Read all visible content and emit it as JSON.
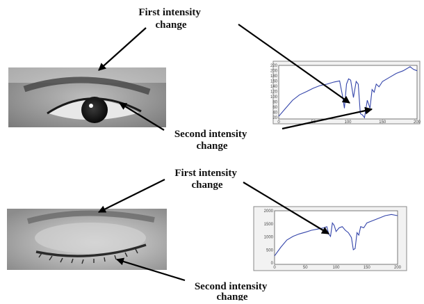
{
  "panels": [
    {
      "id": "open-eye",
      "first_label": [
        "First intensity",
        "change"
      ],
      "second_label": [
        "Second intensity",
        "change"
      ],
      "chart_data": {
        "type": "line",
        "x": [
          0,
          10,
          20,
          30,
          40,
          50,
          60,
          70,
          80,
          88,
          92,
          95,
          98,
          101,
          104,
          108,
          112,
          115,
          118,
          121,
          124,
          128,
          132,
          135,
          138,
          141,
          145,
          150,
          160,
          170,
          180,
          190,
          195,
          200
        ],
        "values": [
          30,
          60,
          90,
          110,
          122,
          135,
          145,
          150,
          158,
          162,
          110,
          60,
          150,
          170,
          165,
          100,
          160,
          150,
          40,
          35,
          25,
          90,
          60,
          130,
          120,
          150,
          140,
          160,
          175,
          190,
          200,
          215,
          205,
          200
        ],
        "xlim": [
          0,
          200
        ],
        "ylim": [
          20,
          220
        ],
        "xticks": [
          "0",
          "50",
          "100",
          "150",
          "200"
        ],
        "yticks": [
          "220",
          "200",
          "180",
          "160",
          "140",
          "120",
          "100",
          "80",
          "60",
          "40",
          "20"
        ]
      }
    },
    {
      "id": "closed-eye",
      "first_label": [
        "First intensity",
        "change"
      ],
      "second_label": [
        "Second intensity",
        "change"
      ],
      "chart_data": {
        "type": "line",
        "x": [
          0,
          10,
          20,
          30,
          40,
          50,
          60,
          70,
          80,
          85,
          88,
          91,
          94,
          97,
          100,
          105,
          110,
          115,
          120,
          125,
          128,
          131,
          134,
          137,
          140,
          145,
          150,
          160,
          170,
          180,
          190,
          200
        ],
        "values": [
          350,
          700,
          1000,
          1150,
          1250,
          1320,
          1400,
          1450,
          1500,
          1550,
          1250,
          1150,
          1700,
          1600,
          1350,
          1500,
          1550,
          1400,
          1300,
          1100,
          600,
          650,
          1300,
          1200,
          1550,
          1500,
          1700,
          1800,
          1900,
          2000,
          2050,
          2000
        ],
        "xlim": [
          0,
          200
        ],
        "ylim": [
          0,
          2200
        ],
        "xticks": [
          "0",
          "50",
          "100",
          "150",
          "200"
        ],
        "yticks": [
          "2000",
          "1500",
          "1000",
          "500",
          "0"
        ]
      }
    }
  ]
}
